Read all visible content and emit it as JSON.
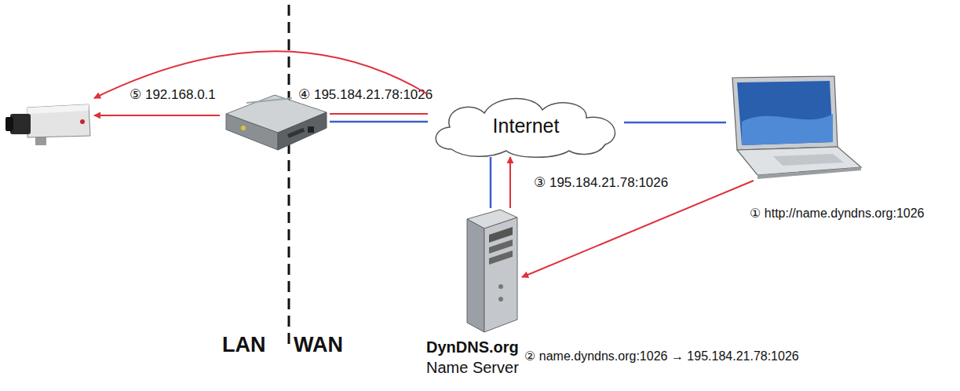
{
  "diagram": {
    "nodes": [
      {
        "text": []
      },
      {
        "text": []
      },
      {
        "text": [
          "Internet"
        ]
      },
      {
        "text": []
      },
      {
        "text": [
          "DynDNS.org",
          "Name Server"
        ]
      }
    ],
    "edges": [
      {
        "from": 1,
        "to": 2,
        "arrow": "none"
      },
      {
        "from": 2,
        "to": 3,
        "arrow": "none"
      },
      {
        "from": 4,
        "to": 2,
        "arrow": "none"
      },
      {
        "from": 3,
        "to": 4,
        "arrow": "to",
        "label": "① http://name.dyndns.org:1026"
      },
      {
        "from": 4,
        "to": 2,
        "arrow": "to",
        "label": "③ 195.184.21.78:1026"
      },
      {
        "from": 2,
        "to": 1,
        "arrow": "none",
        "label": "④ 195.184.21.78:1026"
      },
      {
        "from": 1,
        "to": 0,
        "arrow": "to",
        "label": "⑤ 192.168.0.1"
      },
      {
        "from": 2,
        "to": 0,
        "arrow": "to"
      }
    ],
    "labels": [
      "LAN",
      "WAN",
      "② name.dyndns.org:1026 → 195.184.21.78:1026"
    ]
  }
}
